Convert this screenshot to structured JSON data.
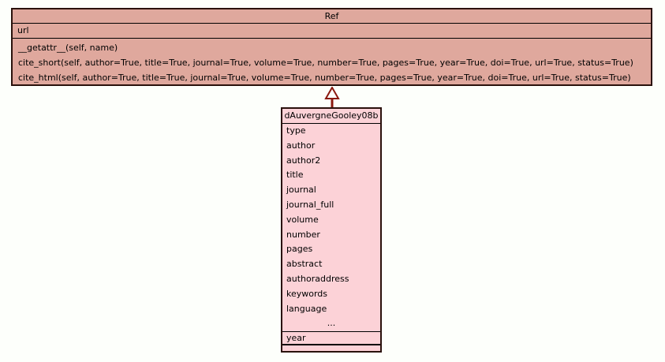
{
  "diagram_type": "uml-class-diagram",
  "colors": {
    "background": "#fdfffb",
    "box_border": "#2a120c",
    "separator": "#000000",
    "parent_fill": "#dfa89d",
    "child_fill": "#fcd2d7",
    "arrow": "#8b190f"
  },
  "classes": {
    "ref": {
      "name": "Ref",
      "attributes": [
        "url"
      ],
      "methods": [
        "__getattr__(self, name)",
        "cite_short(self, author=True, title=True, journal=True, volume=True, number=True, pages=True, year=True, doi=True, url=True, status=True)",
        "cite_html(self, author=True, title=True, journal=True, volume=True, number=True, pages=True, year=True, doi=True, url=True, status=True)"
      ]
    },
    "child": {
      "name": "dAuvergneGooley08b",
      "attributes": [
        "type",
        "author",
        "author2",
        "title",
        "journal",
        "journal_full",
        "volume",
        "number",
        "pages",
        "abstract",
        "authoraddress",
        "keywords",
        "language"
      ],
      "truncation_marker": "...",
      "last_attribute": "year",
      "methods": []
    }
  },
  "relation": {
    "type": "inheritance",
    "from": "dAuvergneGooley08b",
    "to": "Ref"
  }
}
